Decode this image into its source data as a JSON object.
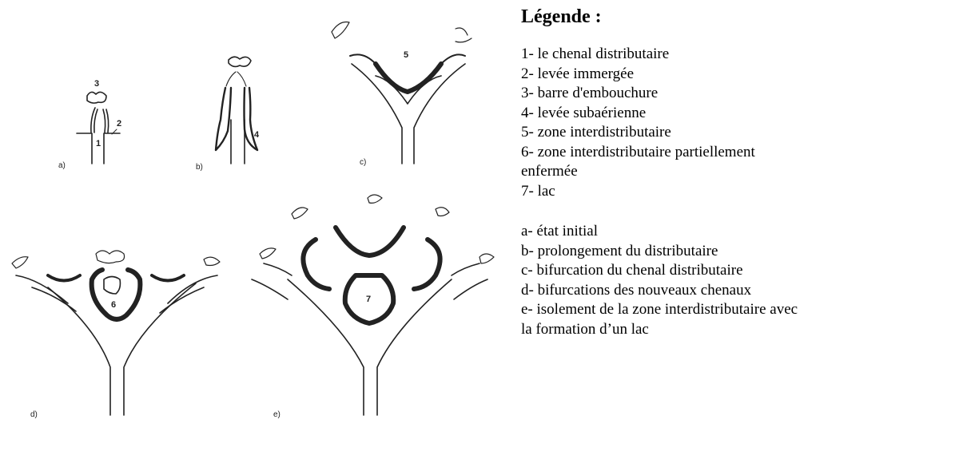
{
  "diagram": {
    "panel_labels": [
      "a)",
      "b)",
      "c)",
      "d)",
      "e)"
    ],
    "feature_numbers": [
      "1",
      "2",
      "3",
      "4",
      "5",
      "6",
      "7"
    ]
  },
  "legend": {
    "title": "Légende :",
    "features": [
      "1- le chenal distributaire",
      "2- levée immergée",
      "3- barre d'embouchure",
      "4- levée subaérienne",
      "5- zone interdistributaire",
      "6- zone interdistributaire partiellement",
      "enfermée",
      "7- lac"
    ],
    "stages": [
      "a- état initial",
      "b- prolongement du distributaire",
      "c- bifurcation du chenal distributaire",
      "d- bifurcations des nouveaux chenaux",
      "e- isolement de la zone interdistributaire avec",
      "la formation d’un lac"
    ]
  }
}
